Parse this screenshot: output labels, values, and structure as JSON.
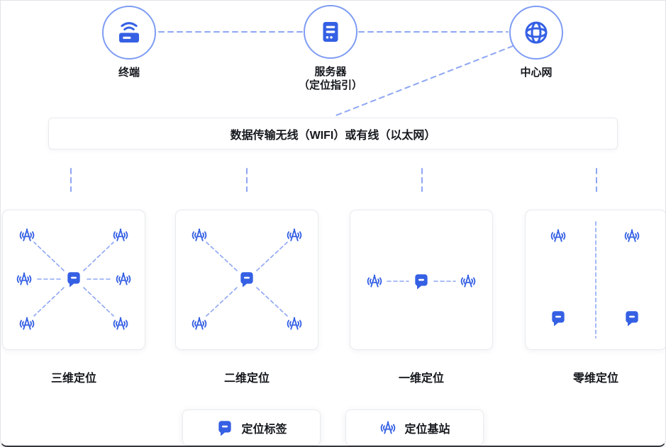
{
  "colors": {
    "accent": "#3560e4",
    "dashed_line": "#8da6f3",
    "circle_stroke": "#7e9cf3",
    "text": "#15181d"
  },
  "icons": {
    "terminal": "router-device-icon",
    "server": "server-stack-icon",
    "network": "globe-network-icon",
    "tag": "location-tag-icon",
    "antenna": "base-station-antenna-icon"
  },
  "top_nodes": {
    "terminal": {
      "label": "终端"
    },
    "server": {
      "label_line1": "服务器",
      "label_line2": "（定位指引）"
    },
    "network": {
      "label": "中心网"
    }
  },
  "bus_bar": {
    "label": "数据传输无线（WIFI）或有线（以太网）"
  },
  "cards": [
    {
      "id": "3d",
      "label": "三维定位"
    },
    {
      "id": "2d",
      "label": "二维定位"
    },
    {
      "id": "1d",
      "label": "一维定位"
    },
    {
      "id": "0d",
      "label": "零维定位"
    }
  ],
  "legend": [
    {
      "icon": "location-tag-icon",
      "label": "定位标签"
    },
    {
      "icon": "base-station-antenna-icon",
      "label": "定位基站"
    }
  ]
}
